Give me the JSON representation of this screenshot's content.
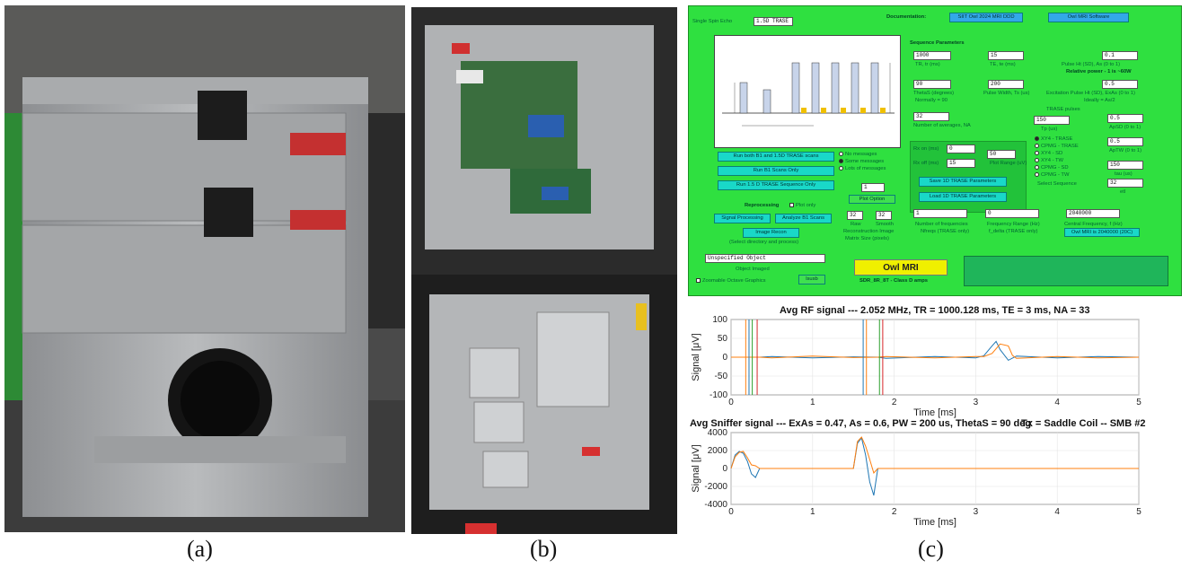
{
  "captions": {
    "a": "(a)",
    "b": "(b)",
    "c": "(c)"
  },
  "gui": {
    "tab_single": "Single Spin Echo",
    "tab_trase": "1.5D TRASE",
    "documentation": "Documentation:",
    "btn_doc": "SIIT Owl 2024 MRI DDD",
    "btn_software": "Owl MRI Software",
    "seq_params": "Sequence Parameters",
    "tr_value": "1000",
    "tr_label": "TR, tr (ms)",
    "te_value": "15",
    "te_label": "TE, te (ms)",
    "pulse_ht_value": "0.1",
    "pulse_ht_label": "Pulse Ht (SD), As (0 to 1)",
    "rel_power": "Relative power - 1 is ~60W",
    "theta_value": "90",
    "theta_label": "ThetaS (degrees)",
    "theta_note": "Normally = 90",
    "pw_value": "200",
    "pw_label": "Pulse Width, Ts (us)",
    "exc_value": "0.5",
    "exc_label": "Excitation Pulse Ht (SD), ExAs (0 to 1)",
    "exc_note": "Ideally = As/2",
    "na_value": "32",
    "na_label": "Number of averages, NA",
    "trase_pulses": "TRASE pulses",
    "tp_value": "150",
    "tp_label": "Tp (us)",
    "apsd_value": "0.5",
    "apsd_label": "ApSD (0 to 1)",
    "aptw_value": "0.5",
    "aptw_label": "ApTW (0 to 1)",
    "tau_value": "150",
    "tau_label": "tau (us)",
    "etl_value": "32",
    "etl_label": "etl",
    "seq_options": [
      "XY4 - TRASE",
      "CPMG - TRASE",
      "XY4 - SD",
      "XY4 - TW",
      "CPMG - SD",
      "CPMG - TW"
    ],
    "select_seq": "Select Sequence",
    "btn_run_both": "Run both B1 and 1.5D TRASE scans",
    "btn_run_b1": "Run B1 Scans Only",
    "btn_run_15d": "Run 1.5 D TRASE Sequence Only",
    "msg_options": [
      "No messages",
      "Some messages",
      "Lots of messages"
    ],
    "rx_on_label": "Rx on (ms)",
    "rx_on_value": "0",
    "rx_off_label": "Rx off (ms)",
    "rx_off_value": "15",
    "plot_range_value": "50",
    "plot_range_label": "Plot Range (uV)",
    "btn_save": "Save 1D TRASE Parameters",
    "btn_load": "Load 1D TRASE Parameters",
    "plot_opt_value": "1",
    "btn_plot_option": "Plot Option",
    "reprocessing": "Reprocessing",
    "plot_only": "Plot only",
    "btn_signal": "Signal Processing",
    "btn_analyze": "Analyze B1 Scans",
    "btn_recon": "Image Recon",
    "select_dir": "(Select directory and process)",
    "raw_value": "32",
    "raw_label": "Raw",
    "smooth_value": "32",
    "smooth_label": "Smooth",
    "recon_label": "Reconstruction Image",
    "matrix_label": "Matrix Size (pixels)",
    "nfreq_value": "1",
    "nfreq_label": "Number of frequencies",
    "nfreq_sub": "Nfreqs (TRASE only)",
    "frange_value": "0",
    "frange_label": "Frequency Range (Hz)",
    "frange_sub": "f_delta (TRASE only)",
    "cfreq_value": "2040000",
    "cfreq_label": "Central Frequency, f (Hz)",
    "btn_owl_is": "Owl MRI is 2040000 (20C)",
    "object_value": "Unspecified Object",
    "object_label": "Object Imaged",
    "zoom_label": "Zoomable Octave Graphics",
    "btn_lsusb": "lsusb",
    "owl_title": "Owl MRI",
    "owl_sub": "SDR_8R_8T - Class D amps",
    "colors": {
      "bg": "#2fe040",
      "button": "#19d8c8",
      "yellow": "#f0f000",
      "panel": "#22c23a"
    }
  },
  "plot1": {
    "title": "Avg RF signal --- 2.052 MHz, TR = 1000.128 ms, TE = 3 ms, NA = 33",
    "xlabel": "Time [ms]",
    "ylabel": "Signal [μV]",
    "yticks": [
      "100",
      "50",
      "0",
      "-50",
      "-100"
    ],
    "xticks": [
      "0",
      "1",
      "2",
      "3",
      "4",
      "5"
    ]
  },
  "plot2": {
    "title": "Avg Sniffer signal --- ExAs = 0.47, As = 0.6, PW = 200 us, ThetaS = 90 deg",
    "title_right": "Tx = Saddle Coil -- SMB #2",
    "xlabel": "Time [ms]",
    "ylabel": "Signal [μV]",
    "yticks": [
      "4000",
      "2000",
      "0",
      "-2000",
      "-4000"
    ],
    "xticks": [
      "0",
      "1",
      "2",
      "3",
      "4",
      "5"
    ]
  },
  "chart_data": [
    {
      "type": "line",
      "title": "Avg RF signal --- 2.052 MHz, TR = 1000.128 ms, TE = 3 ms, NA = 33",
      "xlabel": "Time [ms]",
      "ylabel": "Signal [μV]",
      "xlim": [
        0,
        5
      ],
      "ylim": [
        -100,
        100
      ],
      "grid": true,
      "series": [
        {
          "color": "#1f77b4",
          "x": [
            0,
            0.3,
            0.35,
            0.5,
            1.0,
            1.5,
            1.8,
            1.9,
            2.5,
            3.0,
            3.1,
            3.2,
            3.25,
            3.3,
            3.4,
            3.5,
            4.0,
            4.5,
            5.0
          ],
          "y": [
            0,
            0,
            0,
            2,
            -2,
            1,
            0,
            -3,
            2,
            -2,
            4,
            30,
            42,
            20,
            -8,
            3,
            -2,
            2,
            0
          ]
        },
        {
          "color": "#ff7f0e",
          "x": [
            0,
            0.3,
            0.35,
            0.5,
            1.0,
            1.5,
            1.8,
            1.9,
            2.5,
            3.0,
            3.1,
            3.2,
            3.3,
            3.4,
            3.45,
            3.5,
            4.0,
            4.5,
            5.0
          ],
          "y": [
            0,
            0,
            0,
            -2,
            3,
            -1,
            0,
            2,
            -2,
            2,
            2,
            10,
            35,
            30,
            5,
            -3,
            2,
            -2,
            0
          ]
        }
      ]
    },
    {
      "type": "line",
      "title": "Avg Sniffer signal --- ExAs = 0.47, As = 0.6, PW = 200 us, ThetaS = 90 deg",
      "xlabel": "Time [ms]",
      "ylabel": "Signal [μV]",
      "xlim": [
        0,
        5
      ],
      "ylim": [
        -4000,
        4000
      ],
      "grid": true,
      "series": [
        {
          "color": "#1f77b4",
          "x": [
            0,
            0.05,
            0.1,
            0.15,
            0.2,
            0.25,
            0.3,
            0.35,
            1.5,
            1.55,
            1.6,
            1.65,
            1.7,
            1.75,
            1.8,
            5.0
          ],
          "y": [
            0,
            1500,
            1900,
            1700,
            800,
            -600,
            -1000,
            0,
            0,
            2800,
            3400,
            1500,
            -1500,
            -3000,
            0,
            0
          ]
        },
        {
          "color": "#ff7f0e",
          "x": [
            0,
            0.05,
            0.1,
            0.15,
            0.2,
            0.25,
            0.3,
            0.35,
            1.5,
            1.55,
            1.6,
            1.65,
            1.7,
            1.75,
            1.8,
            5.0
          ],
          "y": [
            0,
            1300,
            1800,
            1900,
            1200,
            400,
            300,
            0,
            0,
            3000,
            3500,
            2500,
            1000,
            -500,
            0,
            0
          ]
        }
      ]
    }
  ]
}
